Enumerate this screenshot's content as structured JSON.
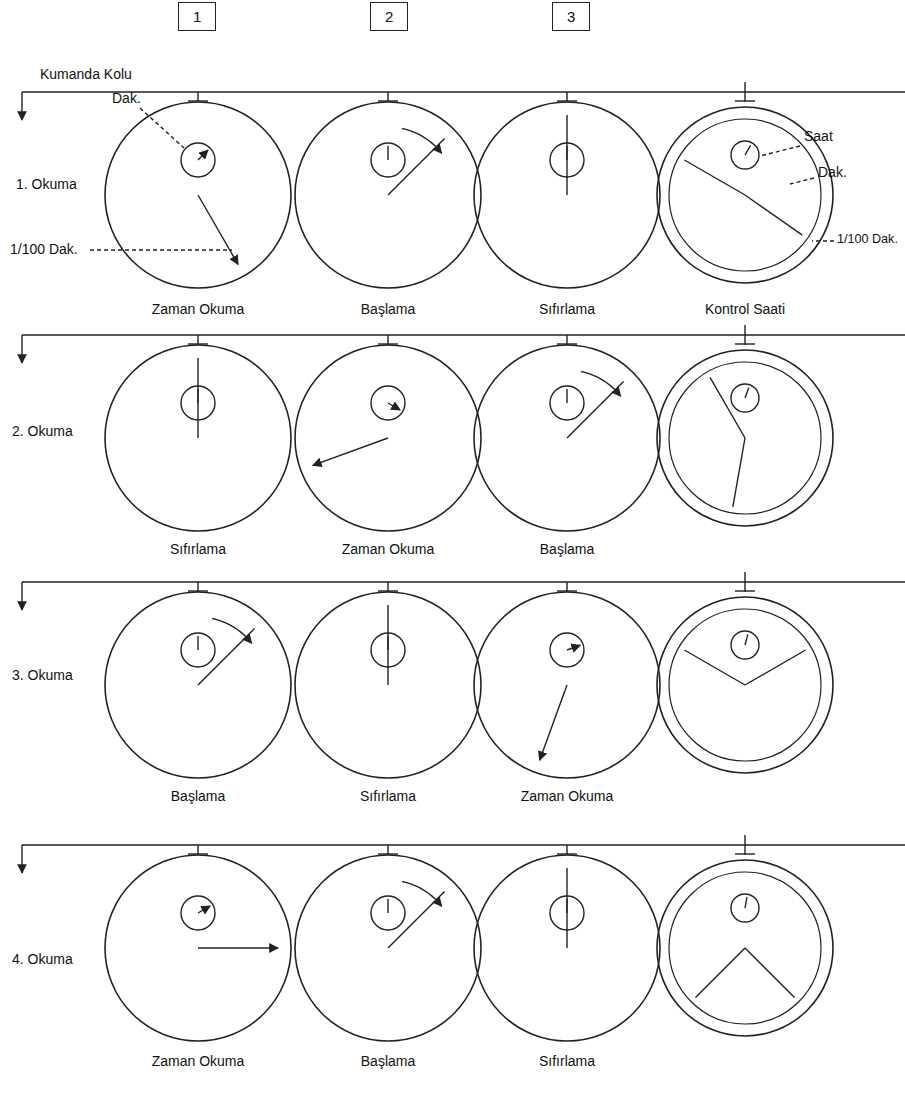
{
  "diagram": {
    "nodes": [
      {
        "text": [
          "1"
        ]
      },
      {
        "text": [
          "2"
        ]
      },
      {
        "text": [
          "3"
        ]
      }
    ],
    "labels": [
      "Kumanda Kolu",
      "Dak.",
      "1. Okuma",
      "1/100 Dak.",
      "Zaman Okuma",
      "Başlama",
      "Sıfırlama",
      "Kontrol Saati",
      "Saat",
      "Dak.",
      "1/100 Dak.",
      "2. Okuma",
      "Sıfırlama",
      "Zaman Okuma",
      "Başlama",
      "3. Okuma",
      "Başlama",
      "Sıfırlama",
      "Zaman Okuma",
      "4. Okuma",
      "Zaman Okuma",
      "Başlama",
      "Sıfırlama"
    ]
  }
}
